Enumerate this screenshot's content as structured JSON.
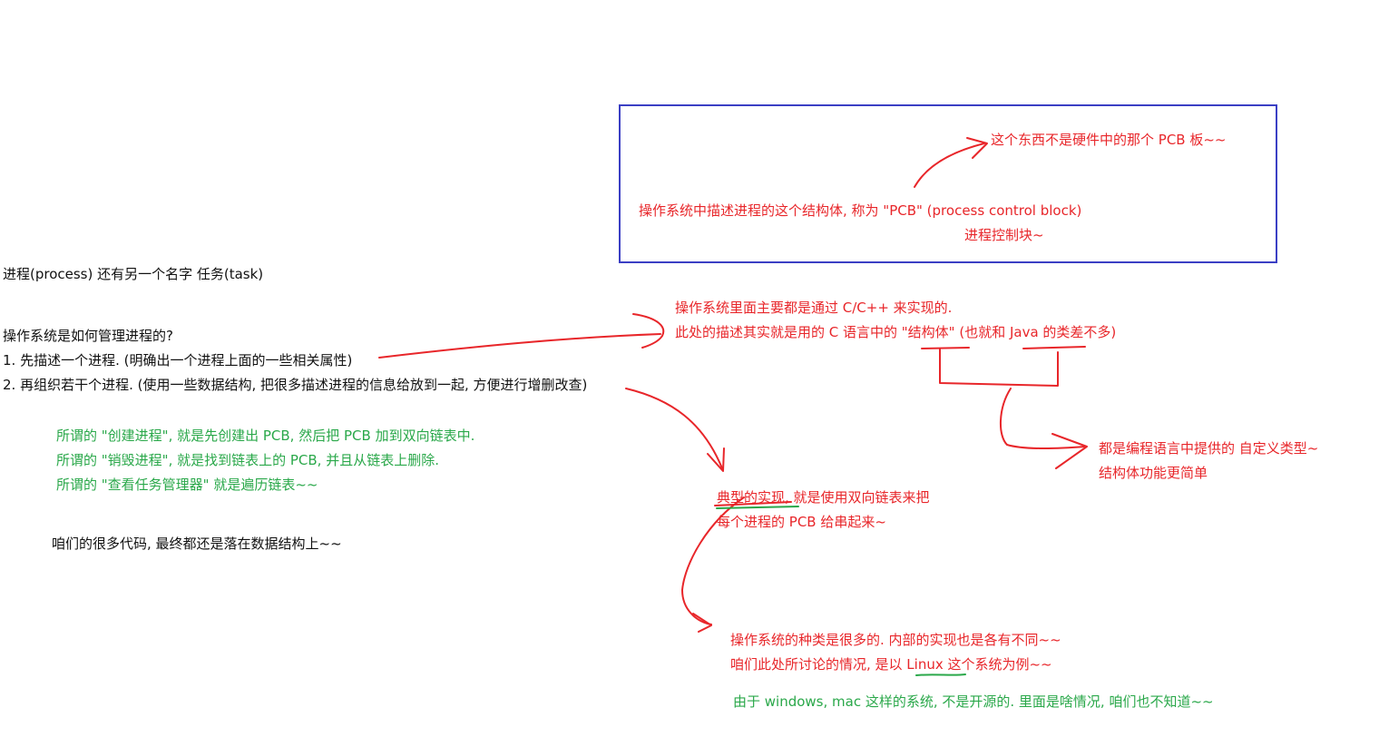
{
  "colors": {
    "black_text": "#111111",
    "red_ink": "#e8262a",
    "green_ink": "#2aa84a",
    "box_border": "#3b3fc4"
  },
  "left_notes": {
    "process_alias": "进程(process) 还有另一个名字 任务(task)",
    "question": "操作系统是如何管理进程的?",
    "step1": "1. 先描述一个进程. (明确出一个进程上面的一些相关属性)",
    "step2": "2. 再组织若干个进程. (使用一些数据结构, 把很多描述进程的信息给放到一起, 方便进行增删改查)",
    "green_create": "所谓的 \"创建进程\", 就是先创建出 PCB, 然后把 PCB 加到双向链表中.",
    "green_destroy": "所谓的 \"销毁进程\", 就是找到链表上的 PCB, 并且从链表上删除.",
    "green_taskmgr": "所谓的 \"查看任务管理器\" 就是遍历链表~~",
    "data_structure_note": "咱们的很多代码, 最终都还是落在数据结构上~~"
  },
  "pcb_box": {
    "not_hardware": "这个东西不是硬件中的那个 PCB 板~~",
    "definition": "操作系统中描述进程的这个结构体, 称为 \"PCB\" (process control block)",
    "translation": "进程控制块~"
  },
  "describe_notes": {
    "line1": "操作系统里面主要都是通过 C/C++ 来实现的.",
    "line2": "此处的描述其实就是用的 C 语言中的 \"结构体\" (也就和 Java 的类差不多)"
  },
  "custom_type_notes": {
    "line1": "都是编程语言中提供的 自定义类型~",
    "line2": "结构体功能更简单"
  },
  "organize_notes": {
    "line1": "典型的实现, 就是使用双向链表来把",
    "line2": "每个进程的 PCB 给串起来~"
  },
  "os_notes": {
    "line1": "操作系统的种类是很多的. 内部的实现也是各有不同~~",
    "line2": "咱们此处所讨论的情况, 是以 Linux 这个系统为例~~",
    "green_line": "由于 windows, mac 这样的系统, 不是开源的. 里面是啥情况, 咱们也不知道~~"
  }
}
